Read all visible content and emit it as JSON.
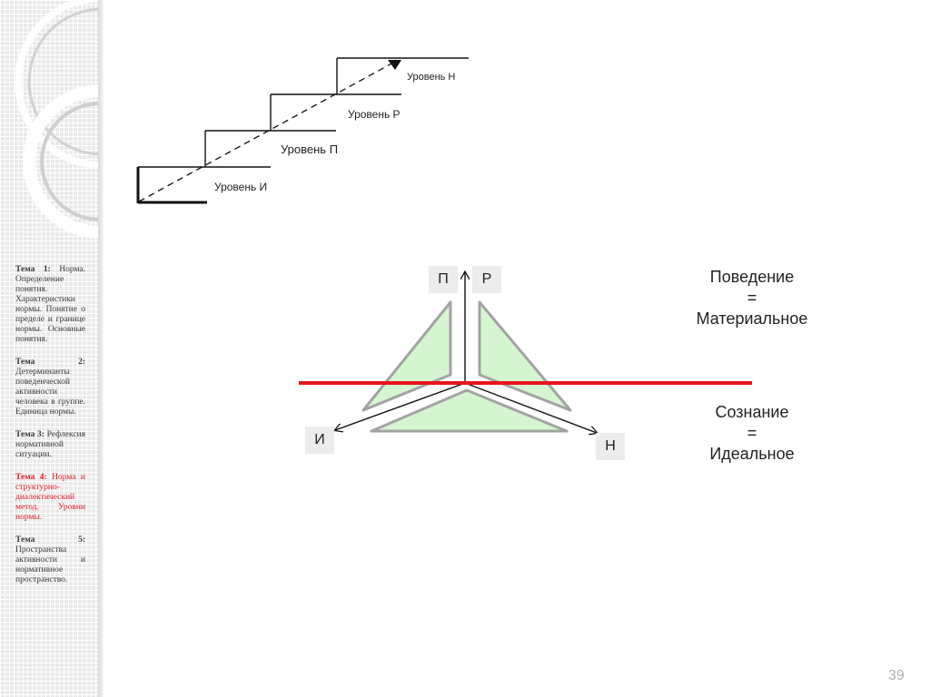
{
  "sidebar": {
    "topics": [
      {
        "label": "Тема 1:",
        "text": "Норма. Определение понятия. Характеристики нормы. Понятие о пределе и границе нормы. Основные понятия.",
        "active": false
      },
      {
        "label": "Тема 2:",
        "text": "Детерминанты поведенческой активности человека в группе. Единица нормы.",
        "active": false
      },
      {
        "label": "Тема 3:",
        "text": "Рефлексия нормативной ситуации.",
        "active": false
      },
      {
        "label": "Тема 4:",
        "text": "Норма и структурно-диалектический метод. Уровни нормы.",
        "active": true
      },
      {
        "label": "Тема 5:",
        "text": "Пространства активности и нормативное пространство.",
        "active": false
      }
    ]
  },
  "stairs": {
    "level_n": "Уровень Н",
    "level_r": "Уровень Р",
    "level_p": "Уровень П",
    "level_i": "Уровень И"
  },
  "triangle": {
    "box_p": "П",
    "box_r": "Р",
    "box_i": "И",
    "box_n": "Н",
    "fill_color": "#d5f5d0",
    "divider_color": "#e8141c"
  },
  "captions": {
    "top": [
      "Поведение",
      "=",
      "Материальное"
    ],
    "bottom": [
      "Сознание",
      "=",
      "Идеальное"
    ]
  },
  "page_number": "39"
}
